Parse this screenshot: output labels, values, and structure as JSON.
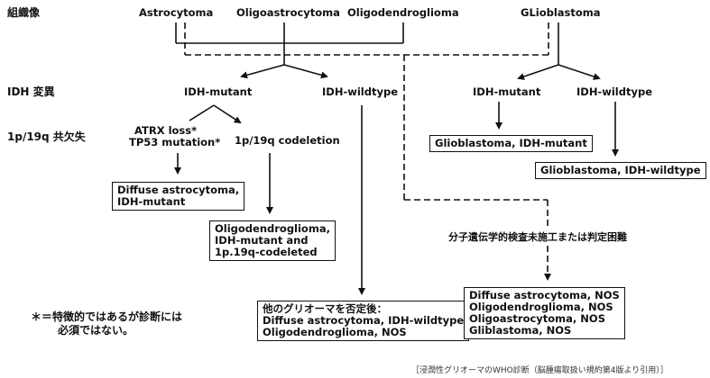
{
  "row_labels": {
    "histology": "組織像",
    "idh": "IDH 変異",
    "codel": "1p/19q 共欠失"
  },
  "histologies": {
    "astrocytoma": "Astrocytoma",
    "oligoastrocytoma": "Oligoastrocytoma",
    "oligodendroglioma": "Oligodendroglioma",
    "glioblastoma": "GLioblastoma"
  },
  "left_branch": {
    "idh_mutant": "IDH-mutant",
    "idh_wildtype": "IDH-wildtype",
    "atrx_line1": "ATRX loss*",
    "atrx_line2": "TP53 mutation*",
    "codeletion": "1p/19q codeletion"
  },
  "right_branch": {
    "idh_mutant": "IDH-mutant",
    "idh_wildtype": "IDH-wildtype"
  },
  "boxes": {
    "diffuse_astro": [
      "Diffuse astrocytoma,",
      "IDH-mutant"
    ],
    "oligo_codel": [
      "Oligodendroglioma,",
      "IDH-mutant and",
      "1p.19q-codeleted"
    ],
    "other_glioma": [
      "他のグリオーマを否定後：",
      "Diffuse astrocytoma, IDH-wildtype",
      "Oligodendroglioma, NOS"
    ],
    "nos": [
      "Diffuse astrocytoma, NOS",
      "Oligodendroglioma, NOS",
      "Oligoastrocytoma, NOS",
      "Gliblastoma, NOS"
    ],
    "gbm_mutant": [
      "Glioblastoma, IDH-mutant"
    ],
    "gbm_wildtype": [
      "Glioblastoma, IDH-wildtype"
    ]
  },
  "untested_label": "分子遺伝学的検査未施工または判定困難",
  "footnote": [
    "＊＝特徴的ではあるが診断には",
    "必須ではない。"
  ],
  "source": "［浸潤性グリオーマのWHO診断（脳腫瘍取扱い規約第4版より引用）］"
}
